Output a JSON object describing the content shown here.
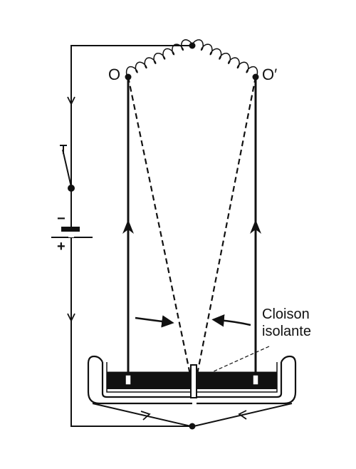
{
  "colors": {
    "ink": "#111111",
    "liquid": "#111111",
    "background": "#ffffff"
  },
  "labels": {
    "point_left": "O",
    "point_right": "O′",
    "pole_negative": "−",
    "pole_positive": "+",
    "partition_line1": "Cloison",
    "partition_line2": "isolante"
  }
}
